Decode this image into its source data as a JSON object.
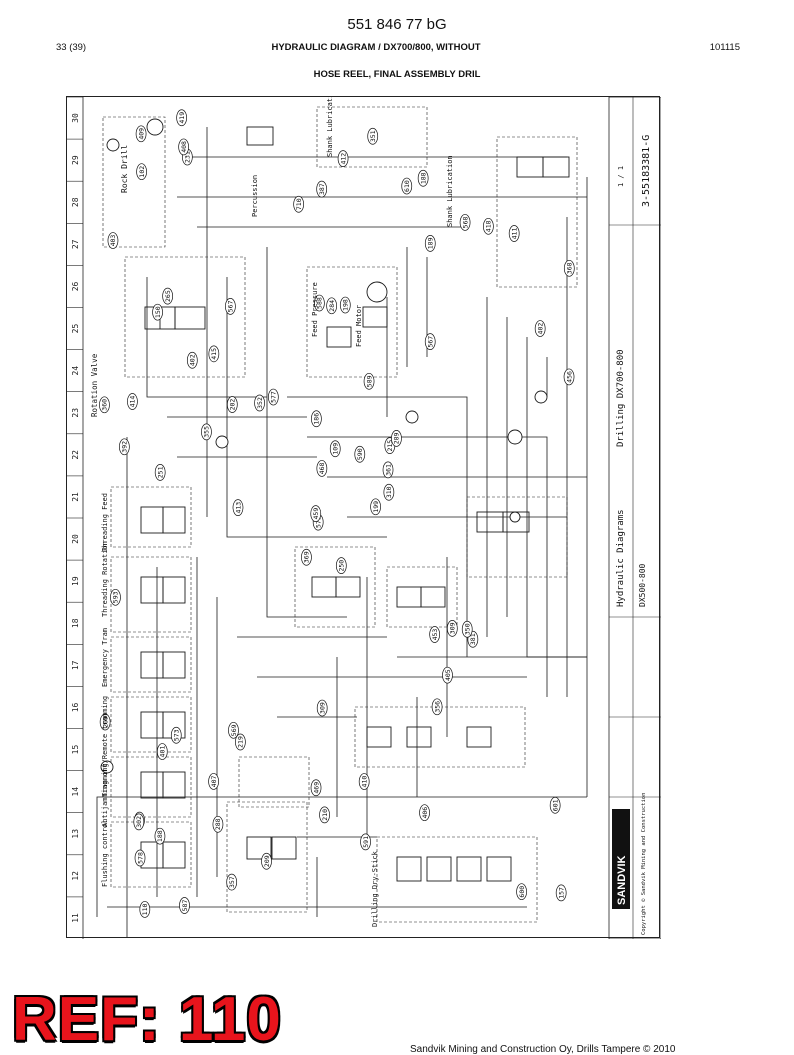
{
  "header": {
    "doc_code": "551 846 77 bG",
    "page": "33 (39)",
    "title": "HYDRAULIC DIAGRAM / DX700/800, WITHOUT",
    "date": "101115",
    "subtitle": "HOSE REEL, FINAL ASSEMBLY DRIL"
  },
  "grid": {
    "columns": [
      "11",
      "12",
      "13",
      "14",
      "15",
      "16",
      "17",
      "18",
      "19",
      "20",
      "21",
      "22",
      "23",
      "24",
      "25",
      "26",
      "27",
      "28",
      "29",
      "30"
    ]
  },
  "labels": {
    "rock_drill": "Rock Drill",
    "percussion": "Percussion",
    "shank_lubrication": "Shank Lubrication",
    "rotation_valve": "Rotation Valve",
    "feed_pressure": "Feed Pressure",
    "feed_motor": "Feed Motor",
    "threading_feed": "Threading Feed",
    "threading_rotation": "Threading Rotation",
    "emergency_tram": "Emergency Tram",
    "tramming_remote": "Tramming/Remote tramming",
    "antijamming_off": "Antijamming off",
    "flushing_control": "Flushing control",
    "drilling_dry": "Drilling Dry-Stick",
    "drilling_dx": "Drilling DX700-800",
    "hydraulic_diagrams": "Hydraulic Diagrams",
    "dx500_800": "DX500-800",
    "drawing_no": "3-55183381-G",
    "sheet": "1 / 1",
    "brand": "SANDVIK",
    "brand_sub": "Sandvik Mining and Construction",
    "copyright": "Copyright © Sandvik Mining and Construction"
  },
  "hose_numbers": [
    "250",
    "150",
    "579",
    "212",
    "215",
    "219",
    "188",
    "198",
    "189",
    "199",
    "231",
    "157",
    "251",
    "368",
    "369",
    "567",
    "587",
    "588",
    "589",
    "573",
    "577",
    "578",
    "288",
    "284",
    "289",
    "381",
    "265",
    "387",
    "392",
    "453",
    "456",
    "459",
    "469",
    "468",
    "567",
    "568",
    "569",
    "600",
    "601",
    "350",
    "351",
    "352",
    "355",
    "356",
    "357",
    "360",
    "361",
    "110",
    "210",
    "310",
    "401",
    "402",
    "403",
    "405",
    "406",
    "407",
    "408",
    "409",
    "410",
    "411",
    "412",
    "413",
    "414",
    "415",
    "418",
    "419",
    "610",
    "710",
    "109",
    "209",
    "309",
    "209",
    "309",
    "202",
    "302",
    "102",
    "402",
    "593",
    "186",
    "591",
    "590",
    "188"
  ],
  "ref_stamp": "REF: 110",
  "footer": "Sandvik Mining and Construction Oy, Drills Tampere © 2010",
  "colors": {
    "line": "#1a1a1a",
    "ref_fill": "#e8141c"
  }
}
